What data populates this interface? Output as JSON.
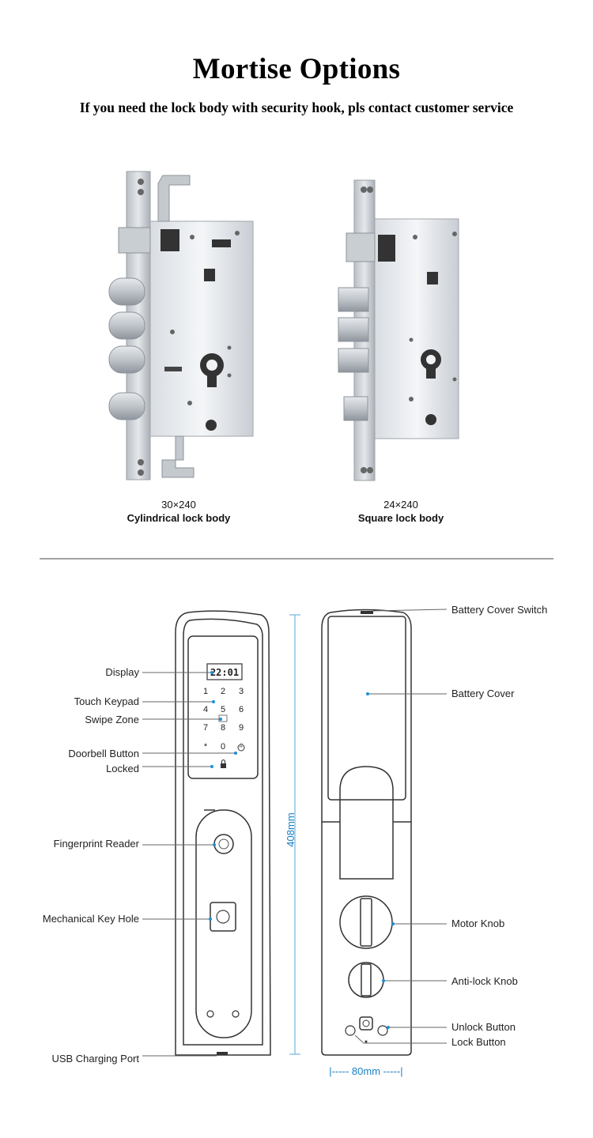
{
  "header": {
    "title": "Mortise Options",
    "subtitle": "If you need the lock body with security hook, pls contact customer service"
  },
  "mortise": [
    {
      "size": "30×240",
      "name": "Cylindrical lock body"
    },
    {
      "size": "24×240",
      "name": "Square lock body"
    }
  ],
  "front_labels": {
    "display": "Display",
    "touch_keypad": "Touch Keypad",
    "swipe_zone": "Swipe Zone",
    "doorbell_button": "Doorbell Button",
    "locked": "Locked",
    "fingerprint_reader": "Fingerprint Reader",
    "mechanical_key_hole": "Mechanical Key Hole",
    "usb_charging_port": "USB Charging Port"
  },
  "back_labels": {
    "battery_cover_switch": "Battery Cover Switch",
    "battery_cover": "Battery Cover",
    "motor_knob": "Motor Knob",
    "anti_lock_knob": "Anti-lock Knob",
    "unlock_button": "Unlock Button",
    "lock_button": "Lock Button"
  },
  "display_time": "22:01",
  "keypad": [
    "1",
    "2",
    "3",
    "4",
    "5",
    "6",
    "7",
    "8",
    "9",
    "*",
    "0",
    "#"
  ],
  "dimensions": {
    "height": "408mm",
    "width": "|----- 80mm -----|"
  },
  "colors": {
    "accent": "#1a8fd6",
    "dim_line": "#5aa7d8",
    "outline": "#333333"
  }
}
